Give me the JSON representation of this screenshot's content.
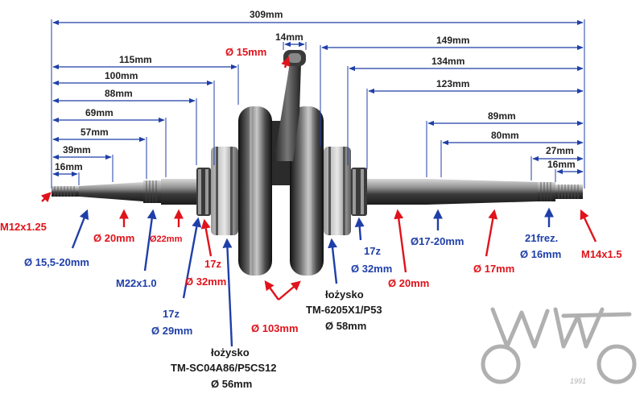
{
  "colors": {
    "dimension": "#1f3fa8",
    "red_label": "#e0131b",
    "blue_label": "#1f3fa8",
    "dark_label": "#1a1a1a",
    "logo": "#b0b0b0"
  },
  "dimensions": [
    {
      "id": "d309",
      "text": "309mm"
    },
    {
      "id": "d149",
      "text": "149mm"
    },
    {
      "id": "d134",
      "text": "134mm"
    },
    {
      "id": "d123",
      "text": "123mm"
    },
    {
      "id": "d115",
      "text": "115mm"
    },
    {
      "id": "d100",
      "text": "100mm"
    },
    {
      "id": "d88",
      "text": "88mm"
    },
    {
      "id": "d69",
      "text": "69mm"
    },
    {
      "id": "d57",
      "text": "57mm"
    },
    {
      "id": "d39",
      "text": "39mm"
    },
    {
      "id": "d16l",
      "text": "16mm"
    },
    {
      "id": "d89",
      "text": "89mm"
    },
    {
      "id": "d80",
      "text": "80mm"
    },
    {
      "id": "d27",
      "text": "27mm"
    },
    {
      "id": "d16r",
      "text": "16mm"
    },
    {
      "id": "d14",
      "text": "14mm"
    }
  ],
  "labels": {
    "pin_diameter": "Ø 15mm",
    "thread_left": "M12x1.25",
    "dia_left_taper": "Ø 15,5-20mm",
    "dia_20_left": "Ø 20mm",
    "dia_22": "Ø22mm",
    "m22": "M22x1.0",
    "sprocket_left_teeth": "17z",
    "sprocket_left_dia": "Ø 29mm",
    "sprocket_inner_teeth": "17z",
    "sprocket_inner_dia": "Ø 32mm",
    "bearing_left_title": "łożysko",
    "bearing_left_model": "TM-SC04A86/P5CS12",
    "bearing_left_dia": "Ø 56mm",
    "flywheel_dia": "Ø 103mm",
    "bearing_right_title": "łożysko",
    "bearing_right_model": "TM-6205X1/P53",
    "bearing_right_dia": "Ø 58mm",
    "sprocket_right_teeth": "17z",
    "sprocket_right_dia": "Ø 32mm",
    "dia_20_right": "Ø 20mm",
    "dia_17_20": "Ø17-20mm",
    "dia_17": "Ø 17mm",
    "spline": "21frez.",
    "spline_dia": "Ø 16mm",
    "thread_right": "M14x1.5"
  },
  "logo": {
    "icon": "wilmat-logo-icon",
    "year": "1991"
  }
}
